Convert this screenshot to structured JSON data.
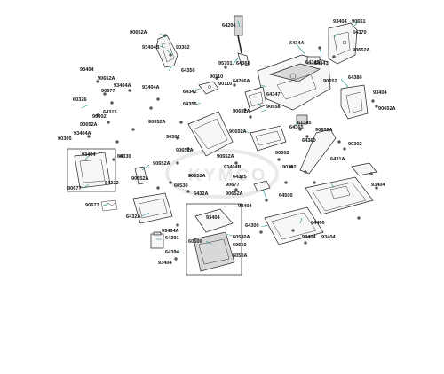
{
  "watermark": "KYMCO",
  "callouts": [
    {
      "id": "c1",
      "text": "93404"
    },
    {
      "id": "c2",
      "text": "90651"
    },
    {
      "id": "c3",
      "text": "64370"
    },
    {
      "id": "c4",
      "text": "90652A"
    },
    {
      "id": "c5",
      "text": "64206"
    },
    {
      "id": "c6",
      "text": "90652A"
    },
    {
      "id": "c7",
      "text": "93404B"
    },
    {
      "id": "c8",
      "text": "90302"
    },
    {
      "id": "c9",
      "text": "6434A"
    },
    {
      "id": "c10",
      "text": "64350"
    },
    {
      "id": "c11",
      "text": "93404"
    },
    {
      "id": "c12",
      "text": "90652A"
    },
    {
      "id": "c13",
      "text": "90677"
    },
    {
      "id": "c14",
      "text": "93404A"
    },
    {
      "id": "c15",
      "text": "93404A"
    },
    {
      "id": "c16",
      "text": "60326"
    },
    {
      "id": "c17",
      "text": "64315"
    },
    {
      "id": "c18",
      "text": "95701"
    },
    {
      "id": "c19",
      "text": "64360"
    },
    {
      "id": "c20",
      "text": "64341"
    },
    {
      "id": "c21",
      "text": "64380"
    },
    {
      "id": "c22",
      "text": "90110"
    },
    {
      "id": "c23",
      "text": "90110"
    },
    {
      "id": "c24",
      "text": "64206A"
    },
    {
      "id": "c25",
      "text": "90652"
    },
    {
      "id": "c26",
      "text": "64342"
    },
    {
      "id": "c27",
      "text": "64355"
    },
    {
      "id": "c28",
      "text": "64347"
    },
    {
      "id": "c29",
      "text": "90658"
    },
    {
      "id": "c30",
      "text": "93404"
    },
    {
      "id": "c31",
      "text": "90652A"
    },
    {
      "id": "c32",
      "text": "90652A"
    },
    {
      "id": "c33",
      "text": "90302"
    },
    {
      "id": "c34",
      "text": "90652A"
    },
    {
      "id": "c35",
      "text": "90652A"
    },
    {
      "id": "c36",
      "text": "61345"
    },
    {
      "id": "c37",
      "text": "90652A"
    },
    {
      "id": "c38",
      "text": "93404A"
    },
    {
      "id": "c39",
      "text": "90302"
    },
    {
      "id": "c40",
      "text": "90652A"
    },
    {
      "id": "c41",
      "text": "64365"
    },
    {
      "id": "c42",
      "text": "64360"
    },
    {
      "id": "c43",
      "text": "90302"
    },
    {
      "id": "c44",
      "text": "90305"
    },
    {
      "id": "c45",
      "text": "93404"
    },
    {
      "id": "c46",
      "text": "64330"
    },
    {
      "id": "c47",
      "text": "90652A"
    },
    {
      "id": "c48",
      "text": "90302"
    },
    {
      "id": "c49",
      "text": "90652A"
    },
    {
      "id": "c50",
      "text": "6431A"
    },
    {
      "id": "c51",
      "text": "90677"
    },
    {
      "id": "c52",
      "text": "64322"
    },
    {
      "id": "c53",
      "text": "90652A"
    },
    {
      "id": "c54",
      "text": "93404B"
    },
    {
      "id": "c55",
      "text": "90302"
    },
    {
      "id": "c56",
      "text": "90652A"
    },
    {
      "id": "c57",
      "text": "90652A"
    },
    {
      "id": "c58",
      "text": "64325"
    },
    {
      "id": "c59",
      "text": "64500"
    },
    {
      "id": "c60",
      "text": "93404"
    },
    {
      "id": "c61",
      "text": "60530"
    },
    {
      "id": "c62",
      "text": "90677"
    },
    {
      "id": "c63",
      "text": "90652A"
    },
    {
      "id": "c64",
      "text": "6432A"
    },
    {
      "id": "c65",
      "text": "93404"
    },
    {
      "id": "c66",
      "text": "64400"
    },
    {
      "id": "c67",
      "text": "64300"
    },
    {
      "id": "c68",
      "text": "93404"
    },
    {
      "id": "c69",
      "text": "93404"
    },
    {
      "id": "c70",
      "text": "93404A"
    },
    {
      "id": "c71",
      "text": "64391"
    },
    {
      "id": "c72",
      "text": "60500"
    },
    {
      "id": "c73",
      "text": "60530A"
    },
    {
      "id": "c74",
      "text": "60510"
    },
    {
      "id": "c75",
      "text": "6439A"
    },
    {
      "id": "c76",
      "text": "6050A"
    },
    {
      "id": "c77",
      "text": "93404"
    },
    {
      "id": "c78",
      "text": "64345"
    },
    {
      "id": "c79",
      "text": "93404"
    }
  ]
}
